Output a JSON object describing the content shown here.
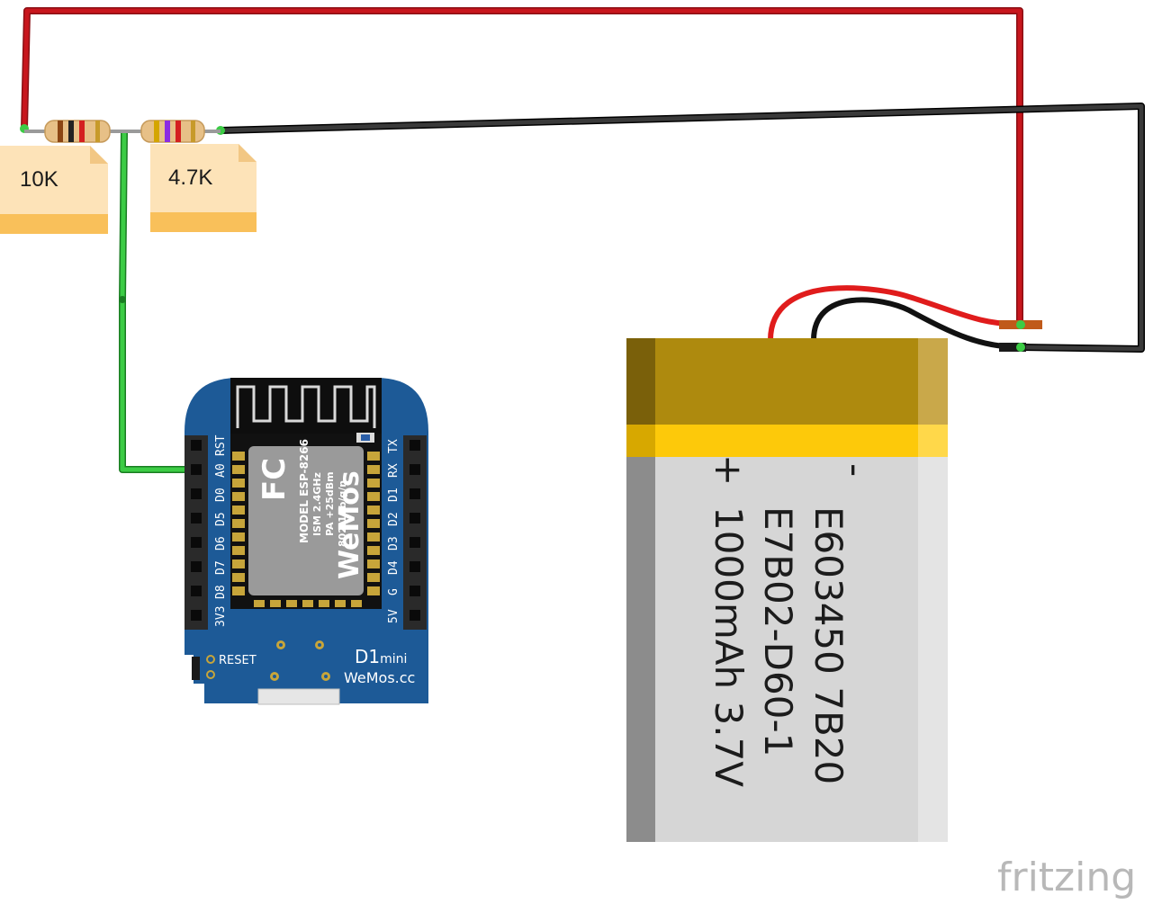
{
  "resistors": {
    "r1": {
      "value_label": "10K"
    },
    "r2": {
      "value_label": "4.7K"
    }
  },
  "board": {
    "left_pins": [
      "RST",
      "A0",
      "D0",
      "D5",
      "D6",
      "D7",
      "D8",
      "3V3"
    ],
    "right_pins": [
      "TX",
      "RX",
      "D1",
      "D2",
      "D3",
      "D4",
      "G",
      "5V"
    ],
    "module_model": "MODEL ESP-8266",
    "module_spec1": "ISM 2.4GHz",
    "module_spec2": "PA +25dBm",
    "module_spec3": "802.11b/g/n",
    "module_brand": "WeMos",
    "reset_label": "RESET",
    "board_name": "D1",
    "board_name_suffix": "mini",
    "board_site": "WeMos.cc",
    "fcc_mark": "FC"
  },
  "battery": {
    "minus_label": "-",
    "plus_label": "+",
    "line1": "E603450 7B20",
    "line2": "E7B02-D60-1",
    "line3": "1000mAh 3.7V"
  },
  "wires": {
    "red": "#c8161d",
    "black": "#202020",
    "green": "#2bb534"
  },
  "watermark": "fritzing"
}
